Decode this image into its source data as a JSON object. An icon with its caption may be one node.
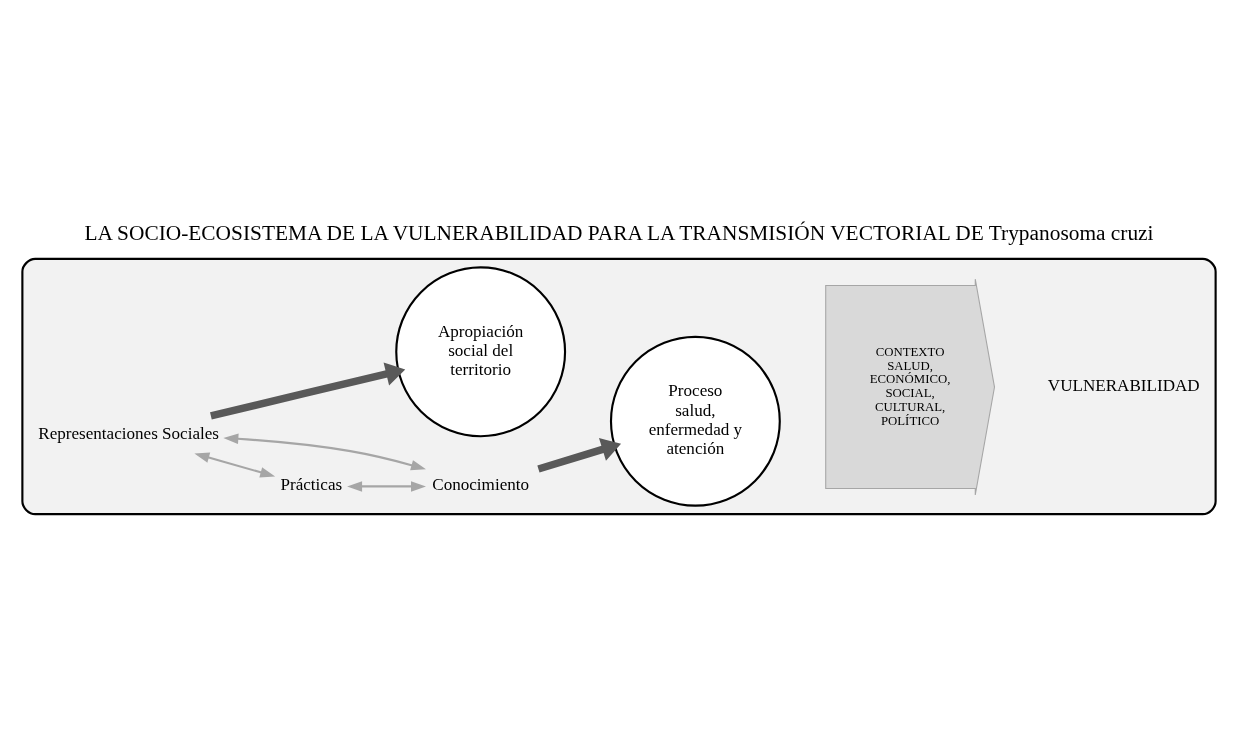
{
  "diagram": {
    "title": "LA SOCIO-ECOSISTEMA DE LA VULNERABILIDAD PARA LA TRANSMISIÓN VECTORIAL DE Trypanosoma cruzi",
    "nodes": [
      {
        "text": [],
        "shape": "box"
      },
      {
        "text": [
          "Representaciones Sociales"
        ],
        "in": 0
      },
      {
        "text": [
          "Prácticas"
        ],
        "in": 0
      },
      {
        "text": [
          "Conocimiento"
        ],
        "in": 0
      },
      {
        "text": [
          "Apropiación social del territorio"
        ],
        "in": 0
      },
      {
        "text": [
          "Proceso salud, enfermedad y atención"
        ],
        "in": 0
      },
      {
        "text": [
          "CONTEXTO SALUD, ECONÓMICO, SOCIAL, CULTURAL, POLÍTICO"
        ],
        "in": 0
      },
      {
        "text": [
          "VULNERABILIDAD"
        ],
        "in": 0
      }
    ],
    "edges": [
      {
        "from": 1,
        "to": 2,
        "arrow": "both"
      },
      {
        "from": 1,
        "to": 3,
        "arrow": "both"
      },
      {
        "from": 2,
        "to": 3,
        "arrow": "both"
      },
      {
        "from": 1,
        "to": 4,
        "arrow": "to",
        "style": "thick",
        "color": "#595959"
      },
      {
        "from": 3,
        "to": 5,
        "arrow": "to",
        "style": "thick",
        "color": "#595959"
      }
    ]
  }
}
